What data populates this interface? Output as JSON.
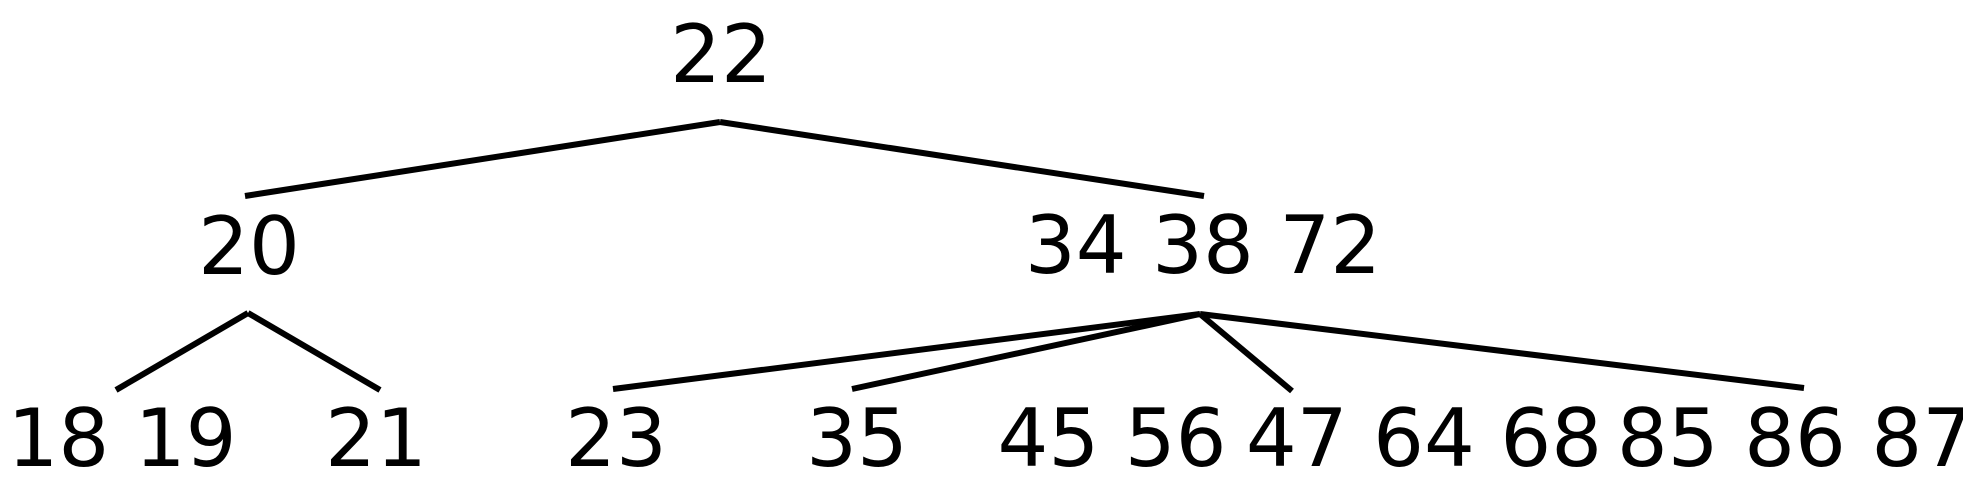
{
  "tree": {
    "root": {
      "keys": "22",
      "children": [
        {
          "keys": "20",
          "children": [
            {
              "keys": "18 19"
            },
            {
              "keys": "21"
            }
          ]
        },
        {
          "keys": "34 38 72",
          "children": [
            {
              "keys": "23"
            },
            {
              "keys": "35"
            },
            {
              "keys": "45 56"
            },
            {
              "keys": "47 64 68"
            },
            {
              "keys": "85 86 87"
            }
          ]
        }
      ]
    },
    "colors": {
      "ink": "#000000",
      "background": "#ffffff"
    }
  }
}
